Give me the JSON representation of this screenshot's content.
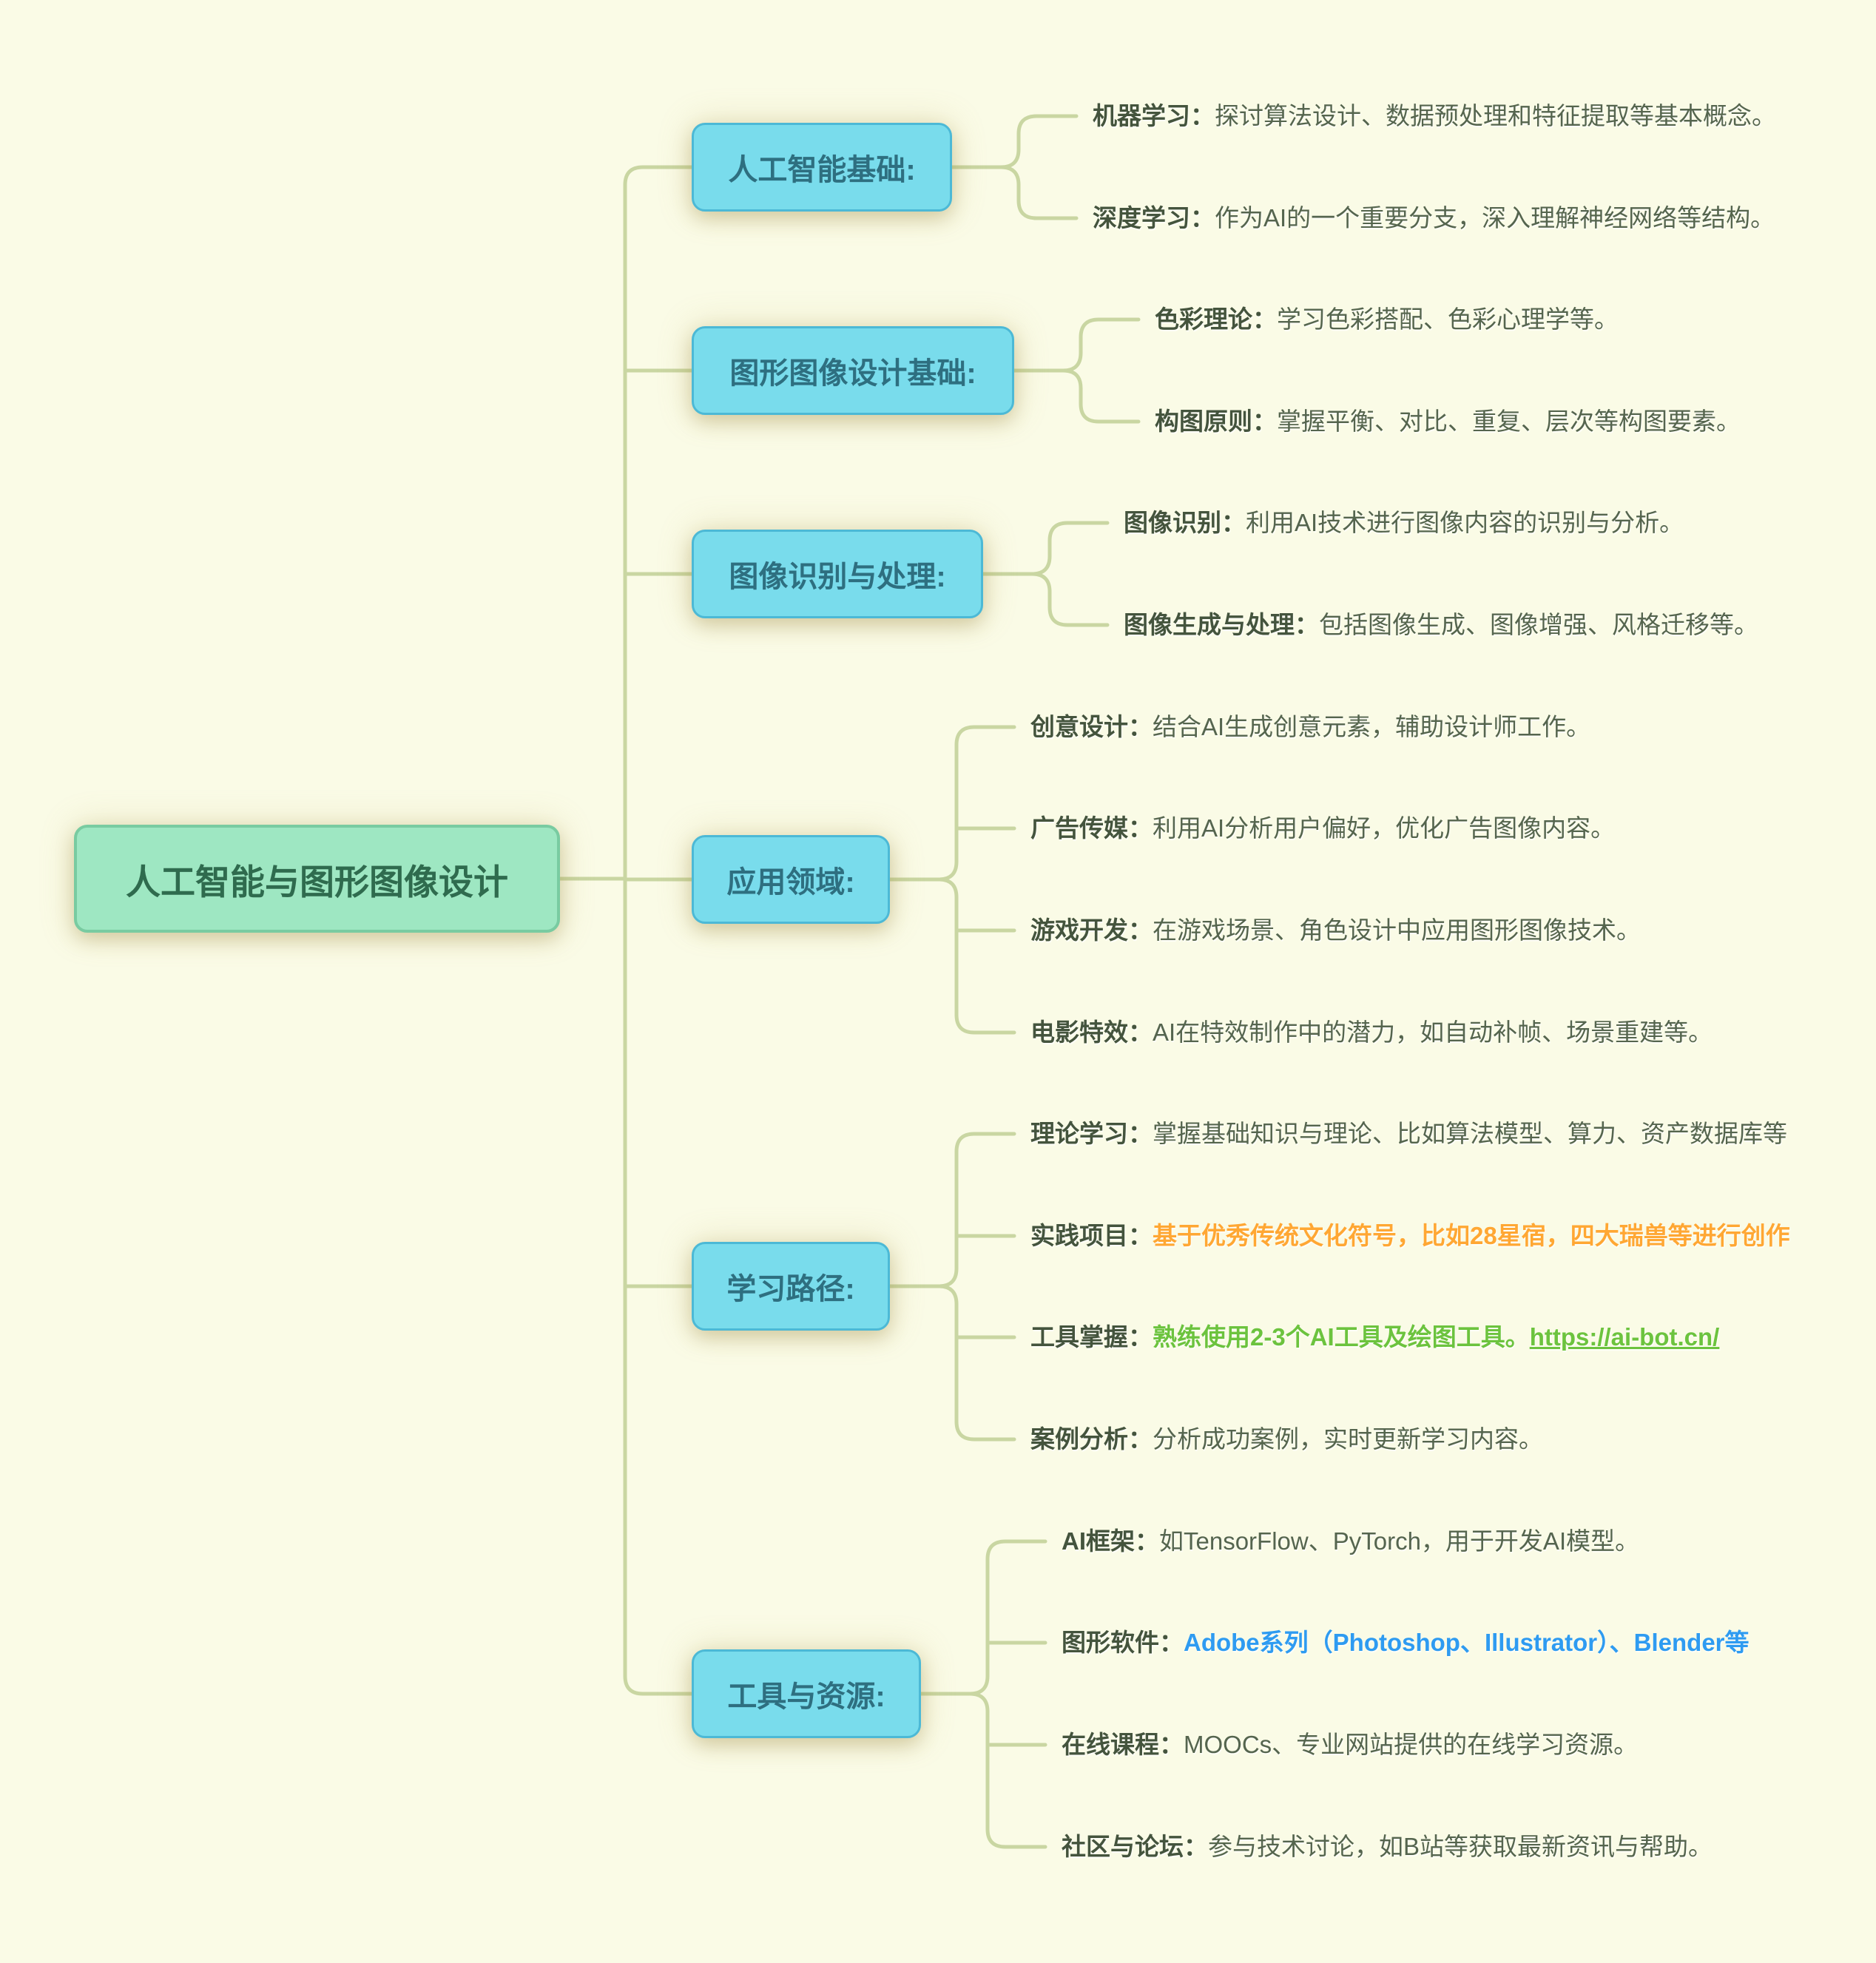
{
  "root": {
    "label": "人工智能与图形图像设计"
  },
  "branches": [
    {
      "label": "人工智能基础:",
      "children": [
        {
          "label": "机器学习：",
          "desc": "探讨算法设计、数据预处理和特征提取等基本概念。"
        },
        {
          "label": "深度学习：",
          "desc": "作为AI的一个重要分支，深入理解神经网络等结构。"
        }
      ]
    },
    {
      "label": "图形图像设计基础:",
      "children": [
        {
          "label": "色彩理论：",
          "desc": "学习色彩搭配、色彩心理学等。"
        },
        {
          "label": "构图原则：",
          "desc": "掌握平衡、对比、重复、层次等构图要素。"
        }
      ]
    },
    {
      "label": "图像识别与处理:",
      "children": [
        {
          "label": "图像识别：",
          "desc": "利用AI技术进行图像内容的识别与分析。"
        },
        {
          "label": "图像生成与处理：",
          "desc": "包括图像生成、图像增强、风格迁移等。"
        }
      ]
    },
    {
      "label": "应用领域:",
      "children": [
        {
          "label": "创意设计：",
          "desc": "结合AI生成创意元素，辅助设计师工作。"
        },
        {
          "label": "广告传媒：",
          "desc": "利用AI分析用户偏好，优化广告图像内容。"
        },
        {
          "label": "游戏开发：",
          "desc": "在游戏场景、角色设计中应用图形图像技术。"
        },
        {
          "label": "电影特效：",
          "desc": "AI在特效制作中的潜力，如自动补帧、场景重建等。"
        }
      ]
    },
    {
      "label": "学习路径:",
      "children": [
        {
          "label": "理论学习：",
          "desc": "掌握基础知识与理论、比如算法模型、算力、资产数据库等"
        },
        {
          "label": "实践项目：",
          "desc": "基于优秀传统文化符号，比如28星宿，四大瑞兽等进行创作"
        },
        {
          "label": "工具掌握：",
          "desc": "熟练使用2-3个AI工具及绘图工具。",
          "link": "https://ai-bot.cn/"
        },
        {
          "label": "案例分析：",
          "desc": "分析成功案例，实时更新学习内容。"
        }
      ]
    },
    {
      "label": "工具与资源:",
      "children": [
        {
          "label": "AI框架：",
          "desc": "如TensorFlow、PyTorch，用于开发AI模型。"
        },
        {
          "label": "图形软件：",
          "desc": "Adobe系列（Photoshop、Illustrator）、Blender等"
        },
        {
          "label": "在线课程：",
          "desc": "MOOCs、专业网站提供的在线学习资源。"
        },
        {
          "label": "社区与论坛：",
          "desc": "参与技术讨论，如B站等获取最新资讯与帮助。"
        }
      ]
    }
  ],
  "colors": {
    "background": "#fafbe6",
    "connector": "#c9d6a2",
    "root_fill": "#9ee7c2",
    "root_border": "#79cba1",
    "root_text": "#2f6b4e",
    "branch_fill": "#79dcec",
    "branch_border": "#4cb9d6",
    "branch_text": "#2e6f80",
    "child_label_text": "#44543d",
    "child_desc_text": "#55654e",
    "highlight_orange": "#ffa733",
    "highlight_green": "#6cc33e",
    "highlight_blue": "#2e9bf1"
  }
}
